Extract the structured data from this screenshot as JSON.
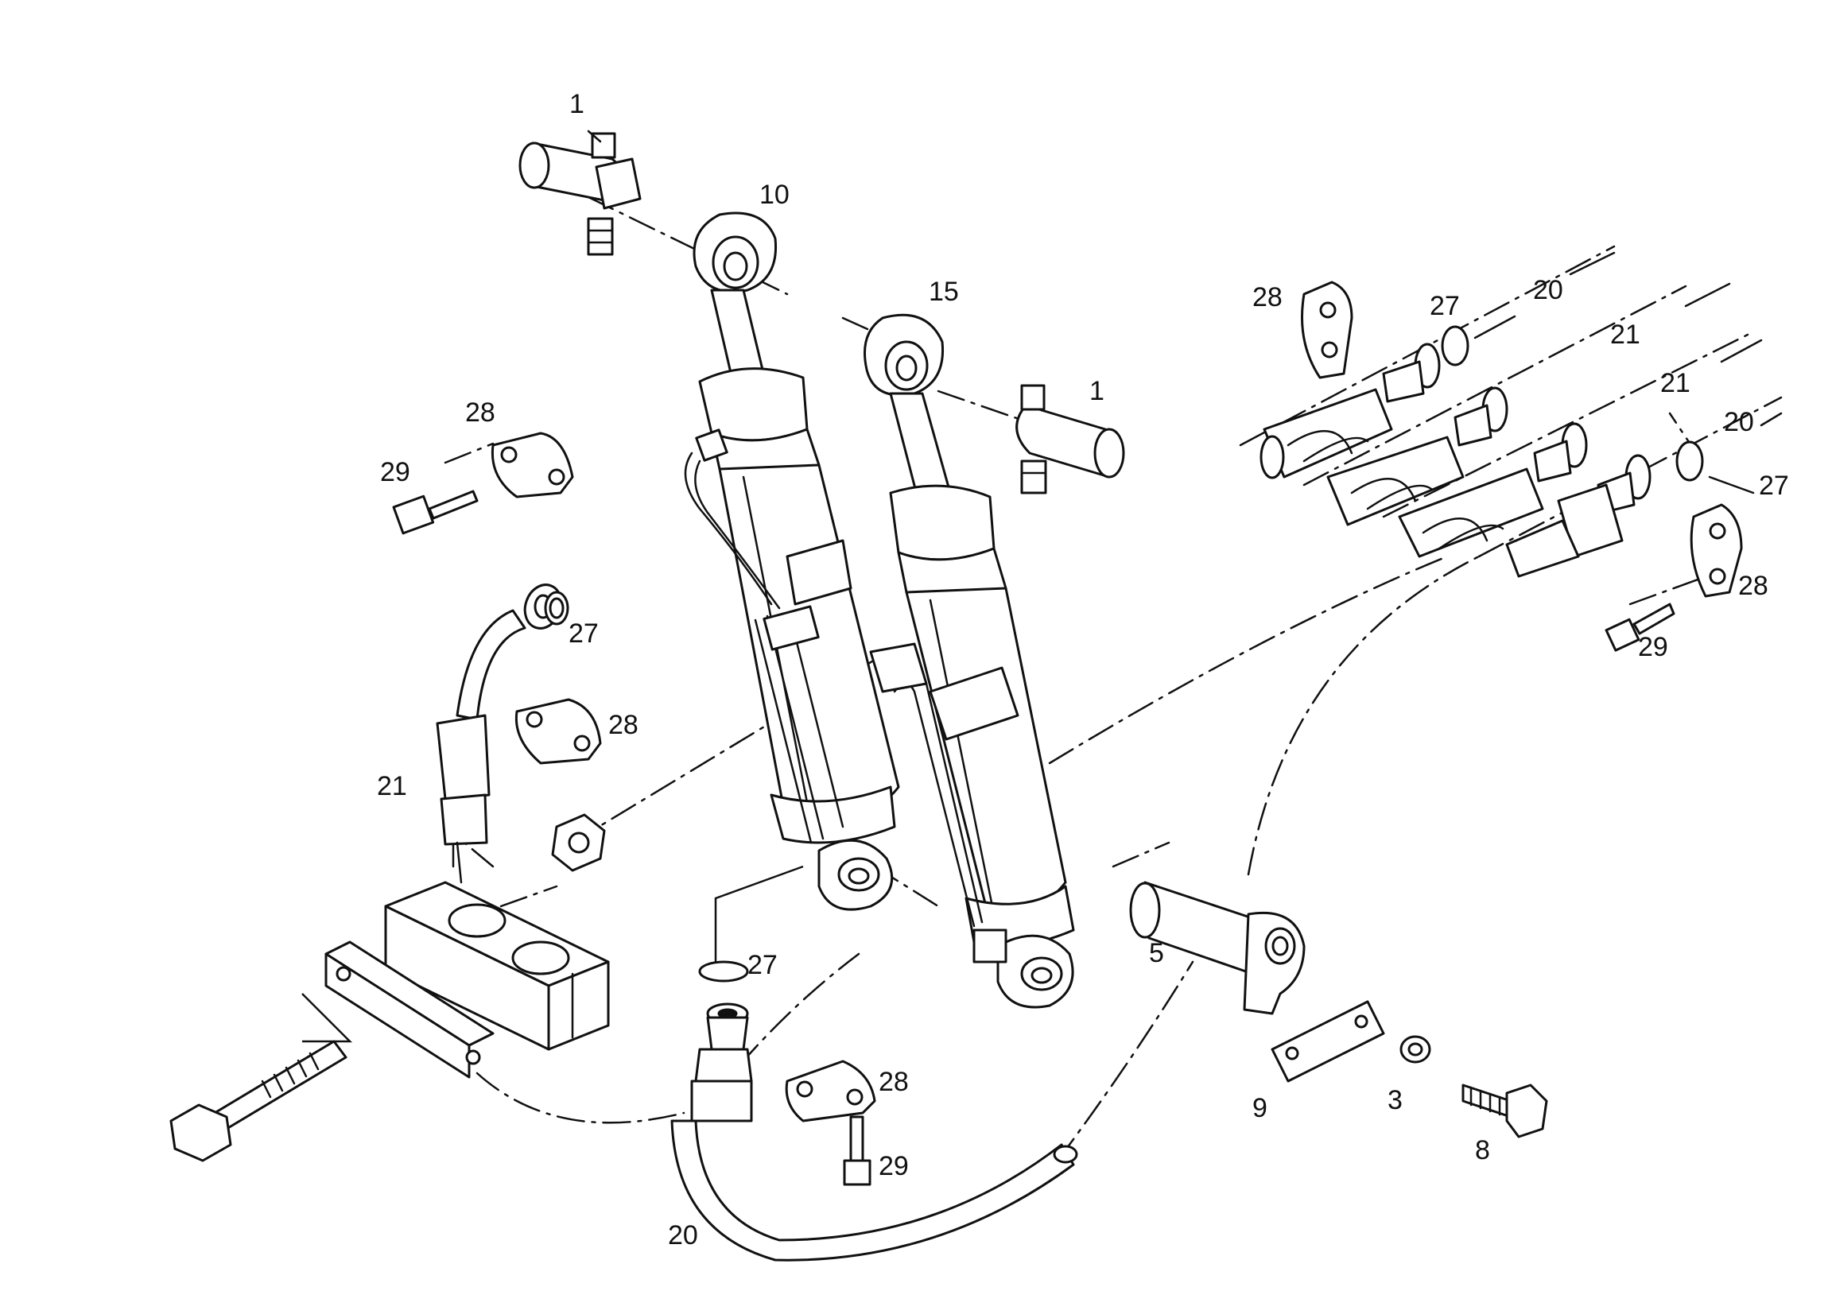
{
  "diagram": {
    "type": "exploded-parts-diagram",
    "colors": {
      "ink": "#111111",
      "background": "#ffffff"
    },
    "callouts": [
      {
        "id": "c1a",
        "label": "1"
      },
      {
        "id": "c10",
        "label": "10"
      },
      {
        "id": "c15",
        "label": "15"
      },
      {
        "id": "c1b",
        "label": "1"
      },
      {
        "id": "c28a",
        "label": "28"
      },
      {
        "id": "c27a",
        "label": "27"
      },
      {
        "id": "c20a",
        "label": "20"
      },
      {
        "id": "c21a",
        "label": "21"
      },
      {
        "id": "c21b",
        "label": "21"
      },
      {
        "id": "c20b",
        "label": "20"
      },
      {
        "id": "c27b",
        "label": "27"
      },
      {
        "id": "c28b",
        "label": "28"
      },
      {
        "id": "c29a",
        "label": "29"
      },
      {
        "id": "c28c",
        "label": "28"
      },
      {
        "id": "c29b",
        "label": "29"
      },
      {
        "id": "c27c",
        "label": "27"
      },
      {
        "id": "c28d",
        "label": "28"
      },
      {
        "id": "c21c",
        "label": "21"
      },
      {
        "id": "c27d",
        "label": "27"
      },
      {
        "id": "c5",
        "label": "5"
      },
      {
        "id": "c28e",
        "label": "28"
      },
      {
        "id": "c29c",
        "label": "29"
      },
      {
        "id": "c9",
        "label": "9"
      },
      {
        "id": "c3",
        "label": "3"
      },
      {
        "id": "c8",
        "label": "8"
      },
      {
        "id": "c20c",
        "label": "20"
      }
    ]
  }
}
